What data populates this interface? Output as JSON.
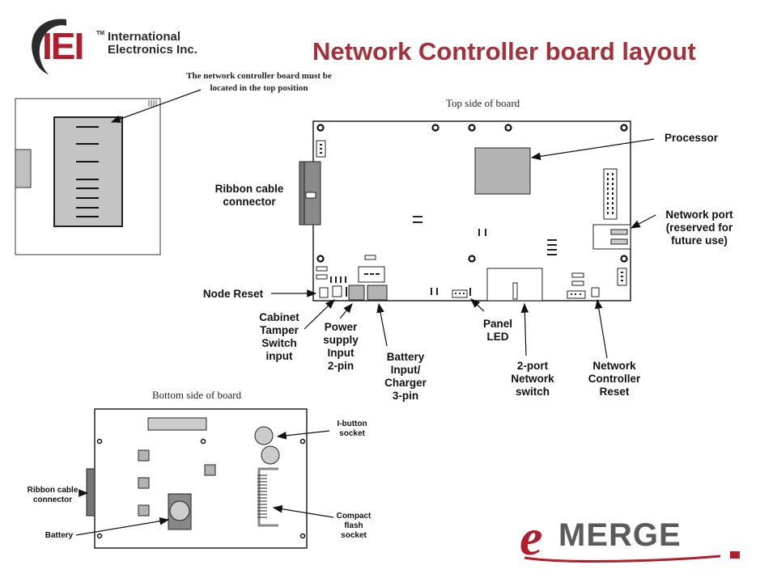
{
  "logo_iei": {
    "mark": "IEI",
    "tm": "TM",
    "company": "International\nElectronics Inc."
  },
  "title": "Network Controller board layout",
  "note": "The network controller board must be located in the top position",
  "top_caption": "Top side of board",
  "bottom_caption": "Bottom side of board",
  "labels": {
    "processor": "Processor",
    "network_port": "Network port\n(reserved for\nfuture use)",
    "ribbon_top": "Ribbon cable\nconnector",
    "node_reset": "Node Reset",
    "cabinet_tamper": "Cabinet\nTamper\nSwitch\ninput",
    "power_supply": "Power\nsupply\nInput\n2-pin",
    "battery_input": "Battery\nInput/\nCharger\n3-pin",
    "panel_led": "Panel\nLED",
    "network_switch": "2-port\nNetwork\nswitch",
    "controller_reset": "Network\nController\nReset",
    "ibutton": "I-button\nsocket",
    "ribbon_bottom": "Ribbon cable\nconnector",
    "battery": "Battery",
    "compact_flash": "Compact\nflash\nsocket"
  },
  "logo_emerge": {
    "e": "e",
    "rest": "MERGE"
  },
  "colors": {
    "title": "#a3313a",
    "board_edge": "#222222",
    "chip_fill": "#b3b3b3",
    "logo_red": "#b01d2c",
    "logo_gray": "#5b5b5b"
  }
}
